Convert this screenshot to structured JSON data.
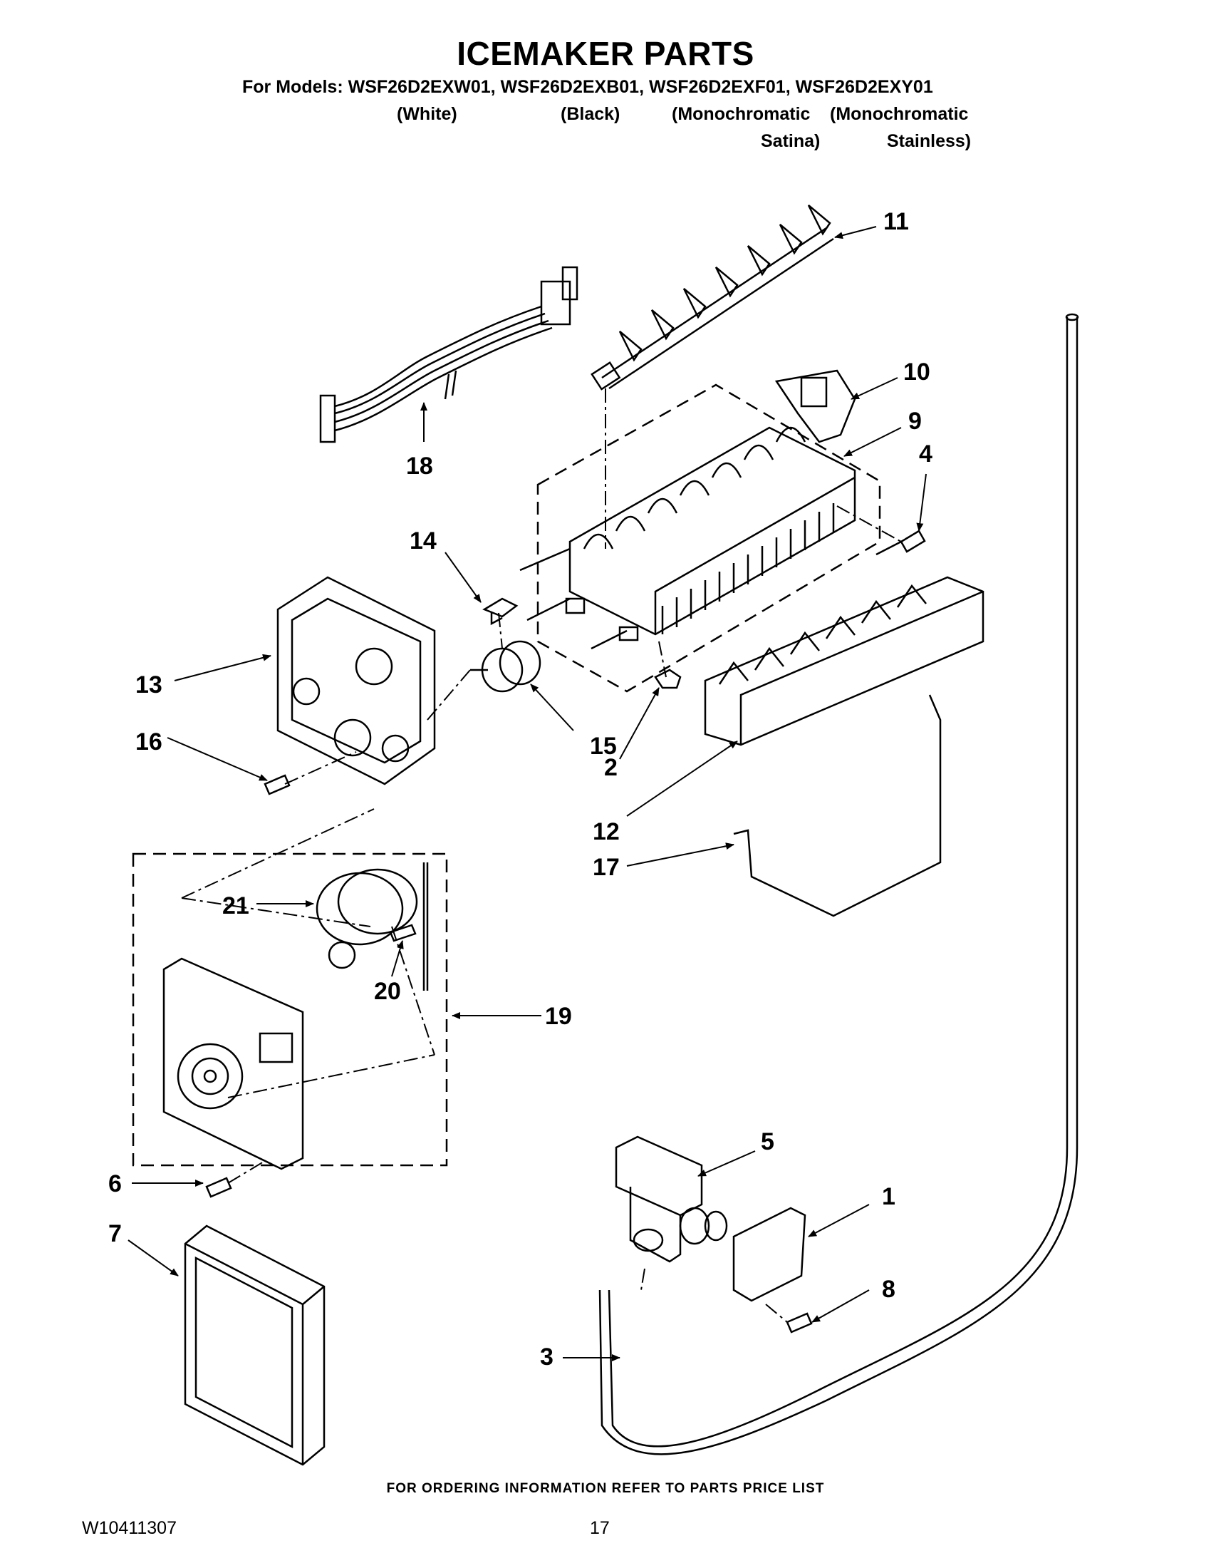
{
  "header": {
    "title": "ICEMAKER PARTS",
    "models_line": "For Models: WSF26D2EXW01, WSF26D2EXB01, WSF26D2EXF01, WSF26D2EXY01",
    "variants": [
      "(White)",
      "(Black)",
      "(Monochromatic",
      "(Monochromatic",
      "Satina)",
      "Stainless)"
    ]
  },
  "callouts": [
    "1",
    "2",
    "3",
    "4",
    "5",
    "6",
    "7",
    "8",
    "9",
    "10",
    "11",
    "12",
    "13",
    "14",
    "15",
    "16",
    "17",
    "18",
    "19",
    "20",
    "21"
  ],
  "footer": {
    "note": "FOR ORDERING INFORMATION REFER TO PARTS PRICE LIST",
    "doc_number": "W10411307",
    "page_number": "17"
  }
}
